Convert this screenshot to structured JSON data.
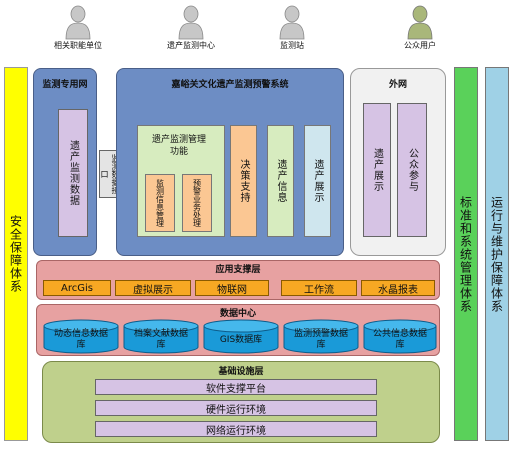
{
  "users": [
    {
      "label": "相关职能单位",
      "color": "#c7c7c7"
    },
    {
      "label": "遗产监测中心",
      "color": "#c7c7c7"
    },
    {
      "label": "监测站",
      "color": "#c7c7c7"
    },
    {
      "label": "公众用户",
      "color": "#a9b77a"
    }
  ],
  "left_bar": "安全保障体系",
  "right_bars": [
    "标准和系统管理体系",
    "运行与维护保障体系"
  ],
  "network": {
    "title": "监测专用网",
    "data_box": "遗产监测数据"
  },
  "data_interface": "监测数据接口",
  "system": {
    "title": "嘉峪关文化遗产监测预警系统",
    "function": {
      "title": "遗产监测管理功能",
      "items": [
        "监测信息管理",
        "预警业务处理"
      ]
    },
    "decision": "决策支持",
    "info": "遗产信息",
    "display": "遗产展示"
  },
  "extranet": {
    "title": "外网",
    "items": [
      "遗产展示",
      "公众参与"
    ]
  },
  "app_layer": {
    "title": "应用支撑层",
    "items": [
      "ArcGis",
      "虚拟展示",
      "物联网",
      "工作流",
      "水晶报表"
    ]
  },
  "data_center": {
    "title": "数据中心",
    "items": [
      "动态信息数据库",
      "档案文献数据库",
      "GIS数据库",
      "监测预警数据库",
      "公共信息数据库"
    ]
  },
  "infra": {
    "title": "基础设施层",
    "items": [
      "软件支撑平台",
      "硬件运行环境",
      "网络运行环境"
    ]
  }
}
